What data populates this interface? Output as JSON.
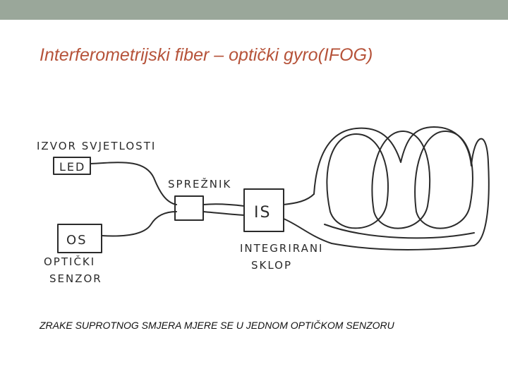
{
  "slide": {
    "title": "Interferometrijski fiber – optički gyro(IFOG)",
    "caption": "ZRAKE SUPROTNOG SMJERA MJERE SE U JEDNOM OPTIČKOM SENZORU"
  },
  "diagram": {
    "source_label": "IZVOR SVJETLOSTI",
    "led_label": "LED",
    "coupler_label": "SPREŽNIK",
    "is_label": "IS",
    "integrated_label_line1": "INTEGRIRANI",
    "integrated_label_line2": "SKLOP",
    "os_label": "OS",
    "sensor_label_line1": "OPTIČKI",
    "sensor_label_line2": "SENZOR"
  },
  "colors": {
    "title": "#b6533a",
    "top_bar": "#9aa79a",
    "ink": "#2b2b2b"
  }
}
